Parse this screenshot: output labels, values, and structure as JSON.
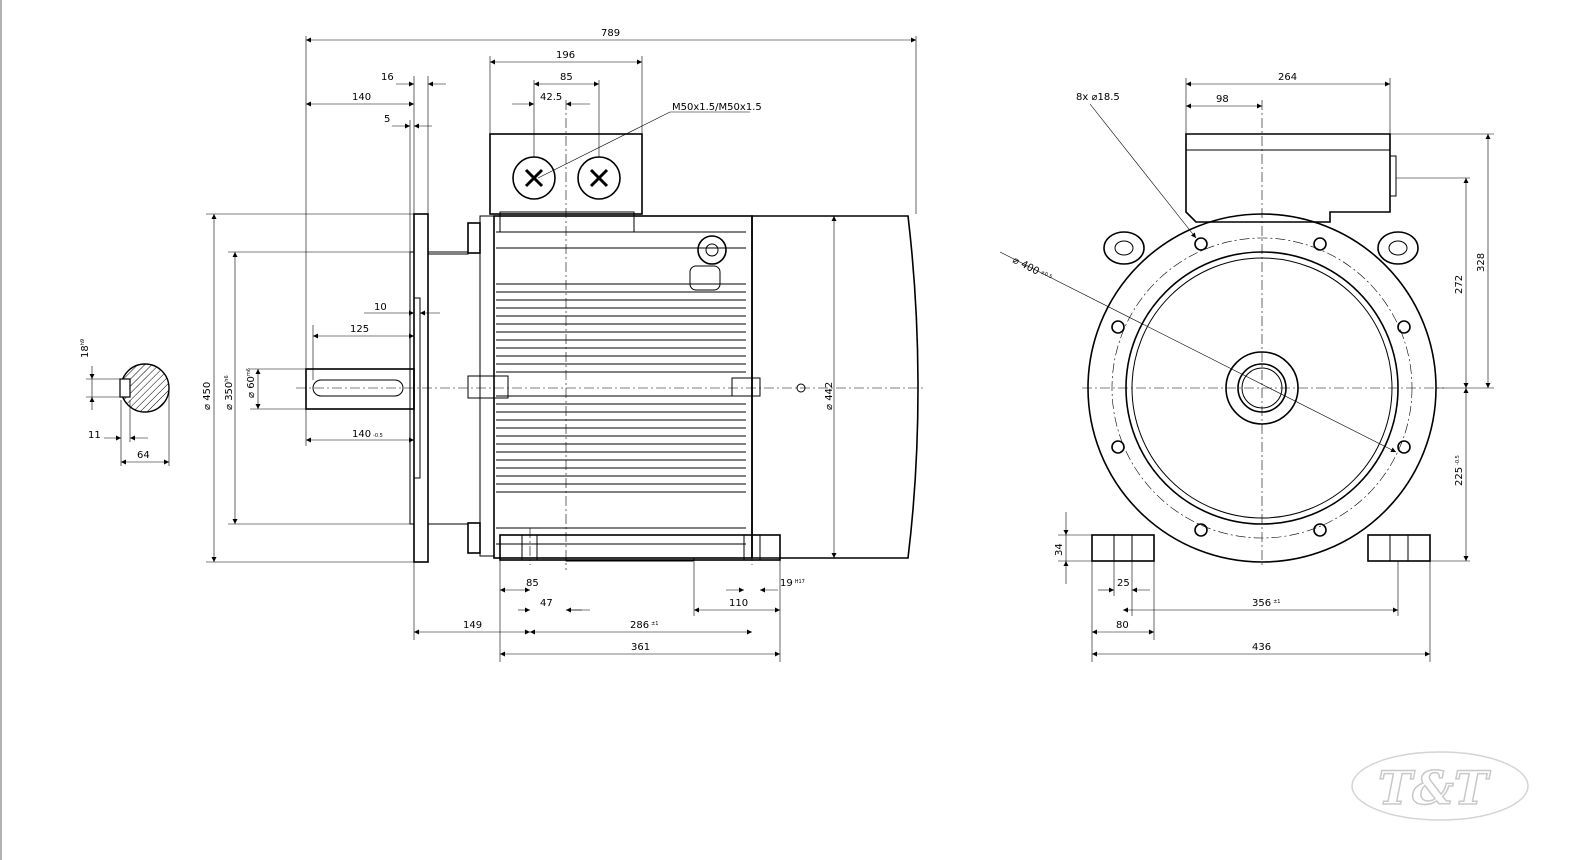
{
  "dimensions": {
    "overall_length": "789",
    "terminal_box_width": "196",
    "terminal_box_inner": "85",
    "terminal_box_offset": "42.5",
    "cable_gland": "M50x1.5/M50x1.5",
    "flange_16": "16",
    "flange_140": "140",
    "flange_5": "5",
    "flange_10": "10",
    "shaft_125": "125",
    "shaft_140_tol": "140",
    "shaft_140_tol_sup": "-0.5",
    "dia_450": "⌀ 450",
    "dia_350": "⌀ 350",
    "dia_350_sup": "h6",
    "dia_60": "⌀ 60",
    "dia_60_sup": "m6",
    "dia_442": "⌀ 442",
    "key_18": "18",
    "key_18_sup": "h9",
    "key_11": "11",
    "key_64": "64",
    "foot_85": "85",
    "foot_47": "47",
    "foot_110": "110",
    "foot_19": "19",
    "foot_19_sup": "H17",
    "foot_149": "149",
    "foot_286": "286",
    "foot_286_sup": "±1",
    "foot_361": "361",
    "end_264": "264",
    "end_98": "98",
    "end_holes": "8x  ⌀18.5",
    "end_dia_400": "⌀ 400",
    "end_dia_400_sup": "±0.5",
    "end_328": "328",
    "end_272": "272",
    "end_225": "225",
    "end_225_sup": "-0.5",
    "end_34": "34",
    "end_25": "25",
    "end_356": "356",
    "end_356_sup": "±1",
    "end_80": "80",
    "end_436": "436"
  },
  "watermark": "T&T",
  "colors": {
    "line": "#000000",
    "background": "#ffffff",
    "watermark": "#c9c9c9"
  }
}
